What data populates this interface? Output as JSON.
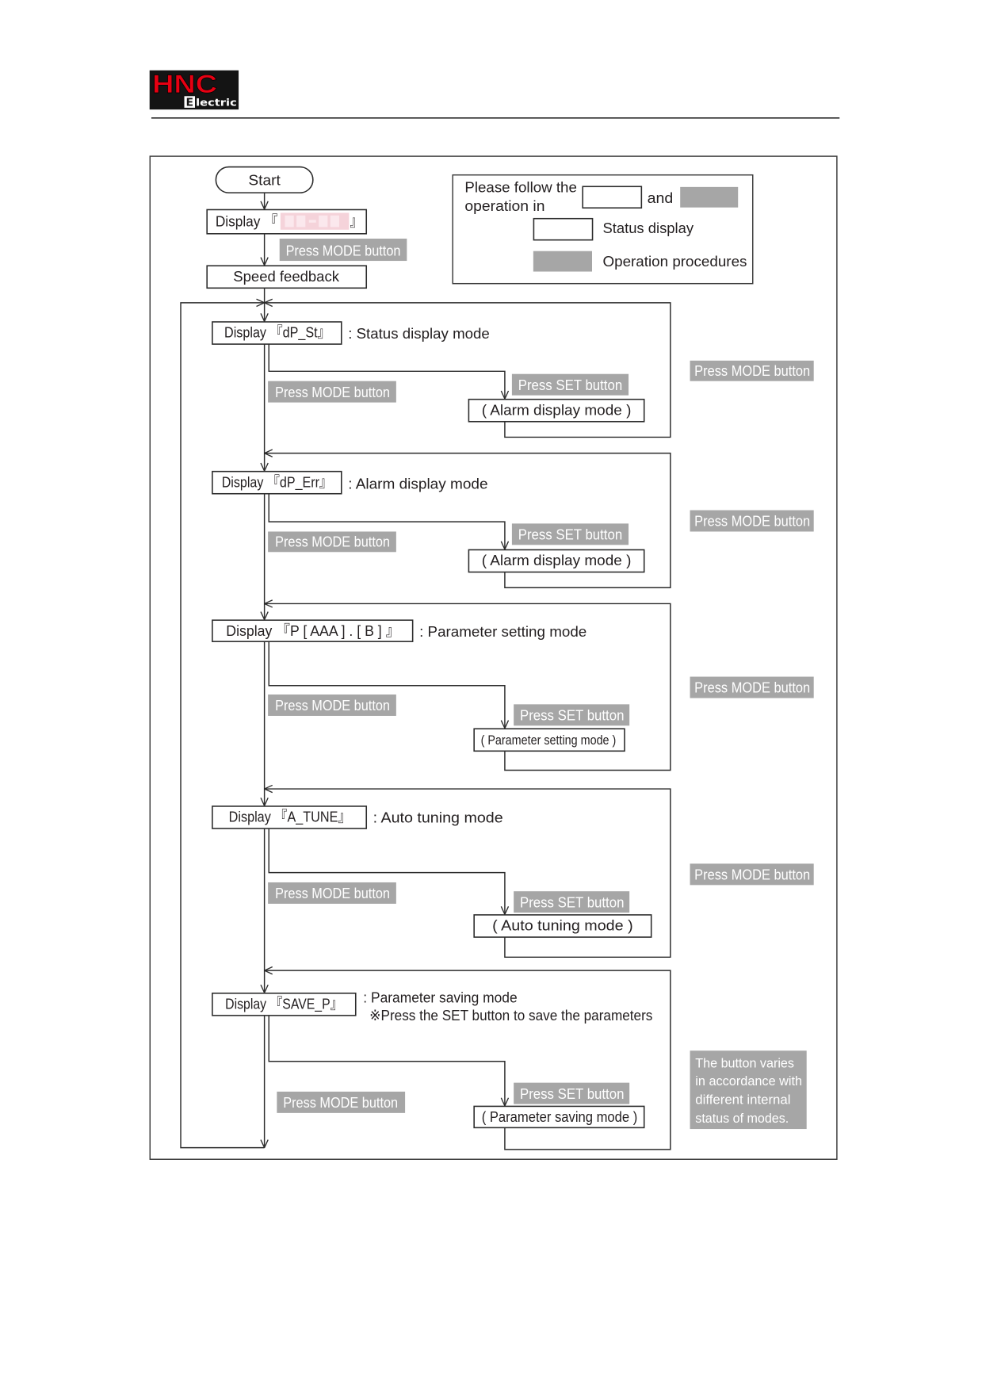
{
  "colors": {
    "operation_fill": "#a6a6a6",
    "logo_red": "#e60012",
    "segment_display": "#f5d3da"
  },
  "header": {
    "logo_main": "HNC",
    "logo_sub_initial": "E",
    "logo_sub_rest": "lectric"
  },
  "legend": {
    "intro_line1": "Please follow the",
    "intro_line2": "operation in",
    "conjunction": "and",
    "status_display": "Status display",
    "operation_procedures": "Operation procedures"
  },
  "flow": {
    "start": "Start",
    "initial_display_prefix": "Display 『",
    "initial_display_suffix": "』",
    "initial_press_mode": "Press MODE button",
    "speed_feedback": "Speed feedback",
    "modes": [
      {
        "display": "Display 『dP_St』",
        "description": ": Status display mode",
        "press_mode": "Press MODE button",
        "press_set": "Press SET button",
        "sub_mode": "( Alarm display mode )",
        "side_label": "Press MODE button"
      },
      {
        "display": "Display 『dP_Err』",
        "description": ": Alarm display mode",
        "press_mode": "Press MODE button",
        "press_set": "Press SET button",
        "sub_mode": "( Alarm display mode )",
        "side_label": "Press MODE button"
      },
      {
        "display": "Display 『P [ AAA ] . [ B ] 』",
        "description": ": Parameter setting mode",
        "press_mode": "Press MODE button",
        "press_set": "Press SET button",
        "sub_mode": "( Parameter setting mode )",
        "side_label": "Press MODE button"
      },
      {
        "display": "Display 『A_TUNE』",
        "description": ": Auto tuning mode",
        "press_mode": "Press MODE button",
        "press_set": "Press SET button",
        "sub_mode": "( Auto tuning mode )",
        "side_label": "Press MODE button"
      },
      {
        "display": "Display 『SAVE_P』",
        "description": ": Parameter saving mode",
        "note": "※Press the SET button to save the parameters",
        "press_mode": "Press MODE button",
        "press_set": "Press SET button",
        "sub_mode": "( Parameter saving mode )"
      }
    ],
    "side_note": [
      "The button varies",
      "in accordance with",
      "different internal",
      "status of modes."
    ]
  }
}
